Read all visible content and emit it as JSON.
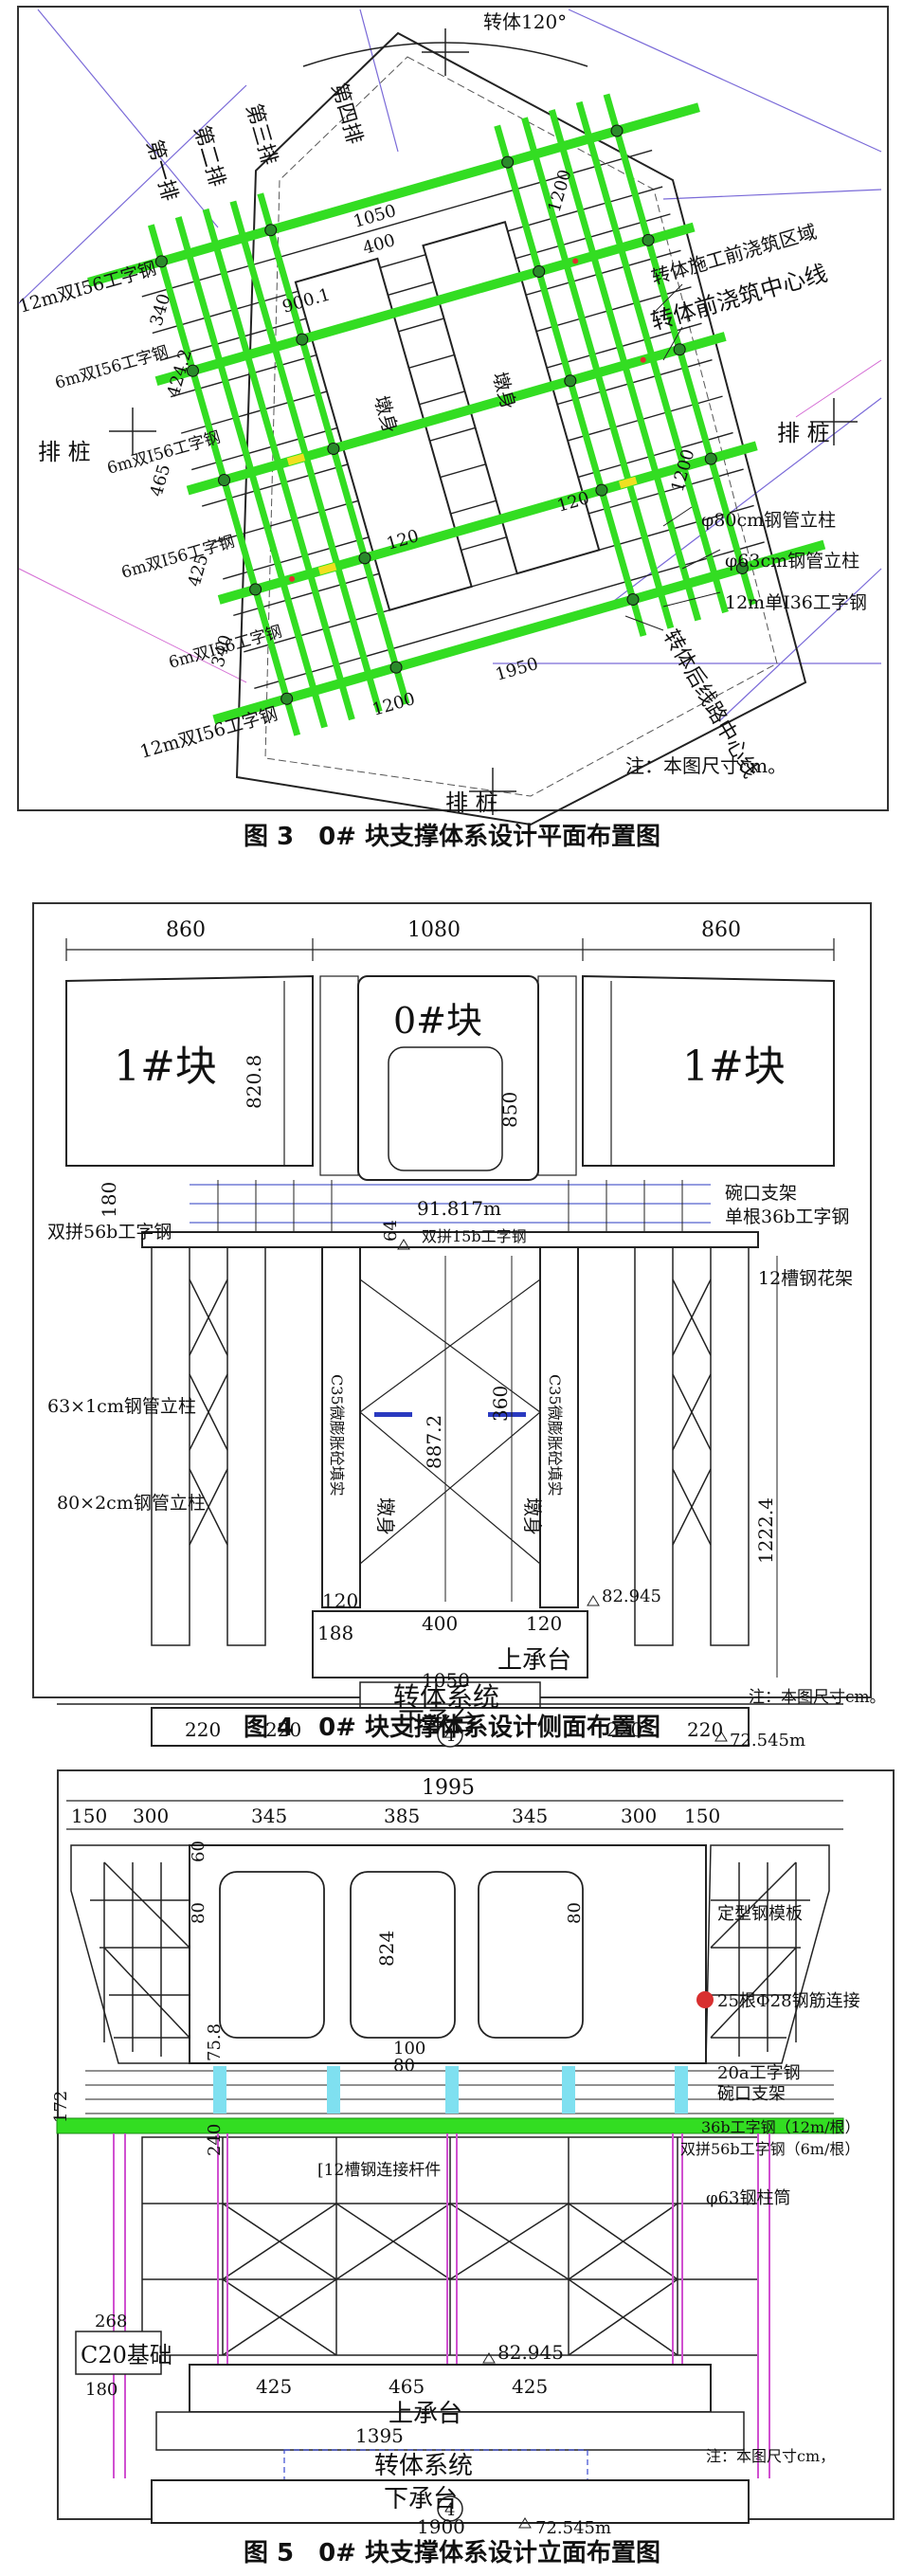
{
  "fig3": {
    "caption": "图 3　0# 块支撑体系设计平面布置图",
    "labels": {
      "rotate": "转体120°",
      "row1": "第一排",
      "row2": "第二排",
      "row3": "第三排",
      "row4": "第四排",
      "dim1050": "1050",
      "dim400": "400",
      "dim900": "900.1",
      "dim1200a": "1200",
      "dim1200b": "1200",
      "dim1200c": "1200",
      "dim1950": "1950",
      "dim120a": "120",
      "dim120b": "120",
      "dim340a": "340",
      "dim424": "424.2",
      "dim465": "465",
      "dim425": "425",
      "dim340b": "340",
      "beam12top": "12m双I56工字钢",
      "beam6a": "6m双I56工字钢",
      "beam6b": "6m双I56工字钢",
      "beam6c": "6m双I56工字钢",
      "beam6d": "6m双I56工字钢",
      "beam12bot": "12m双I56工字钢",
      "pileL": "排 桩",
      "pileR": "排 桩",
      "pileB": "排 桩",
      "area": "转体施工前浇筑区域",
      "centerline": "转体前浇筑中心线",
      "steel80": "φ80cm钢管立柱",
      "steel63": "φ63cm钢管立柱",
      "i36": "12m单I36工字钢",
      "aftercenter": "转体后线路中心线",
      "wall1": "墩身",
      "wall2": "墩身",
      "note": "注：本图尺寸cm。"
    }
  },
  "fig4": {
    "caption": "图 4　0# 块支撑体系设计侧面布置图",
    "labels": {
      "d860a": "860",
      "d1080": "1080",
      "d860b": "860",
      "block1l": "1#块",
      "block0": "0#块",
      "block1r": "1#块",
      "d820": "820.8",
      "d850": "850",
      "d180": "180",
      "d64": "64",
      "elev1": "91.817m",
      "bowl": "碗口支架",
      "single36": "单根36b工字钢",
      "double56": "双拼56b工字钢",
      "double15": "双拼15b工字钢",
      "channel": "12槽钢花架",
      "c35l": "C35微膨胀砼填实",
      "c35r": "C35微膨胀砼填实",
      "d887": "887.2",
      "d360": "360",
      "pier1": "墩身",
      "pier2": "墩身",
      "tube63": "63×1cm钢管立柱",
      "tube80": "80×2cm钢管立柱",
      "d1222": "1222.4",
      "elev2": "82.945",
      "d120a": "120",
      "d188": "188",
      "d400": "400",
      "d120b": "120",
      "upper": "上承台",
      "d1050": "1050",
      "rotsys": "转体系统",
      "lower": "下承台",
      "note": "注：本图尺寸cm。",
      "d220a": "220",
      "d220b": "220",
      "d220c": "220",
      "d220d": "220",
      "circle": "4",
      "elev3": "72.545m"
    }
  },
  "fig5": {
    "caption": "图 5　0# 块支撑体系设计立面布置图",
    "labels": {
      "d1995": "1995",
      "d150a": "150",
      "d300a": "300",
      "d345a": "345",
      "d385": "385",
      "d345b": "345",
      "d300b": "300",
      "d150b": "150",
      "d60": "60",
      "d80a": "80",
      "d824": "824",
      "d80b": "80",
      "form": "定型钢模板",
      "rebar": "25根Φ28钢筋连接",
      "d75": "75.8",
      "d100": "100",
      "d80c": "80",
      "i20a": "20a工字钢",
      "bowl": "碗口支架",
      "d172": "172",
      "d240": "240",
      "i36b": "36b工字钢（12m/根）",
      "double56": "双拼56b工字钢（6m/根）",
      "tie": "[12槽钢连接杆件",
      "tube63": "φ63钢柱筒",
      "d268": "268",
      "c20": "C20基础",
      "d180": "180",
      "elev1": "82.945",
      "d425a": "425",
      "d465": "465",
      "d425b": "425",
      "upper": "上承台",
      "d1395": "1395",
      "note": "注：本图尺寸cm，",
      "rotsys": "转体系统",
      "lower": "下承台",
      "circle": "4",
      "d1900": "1900",
      "elev2": "72.545m"
    }
  }
}
